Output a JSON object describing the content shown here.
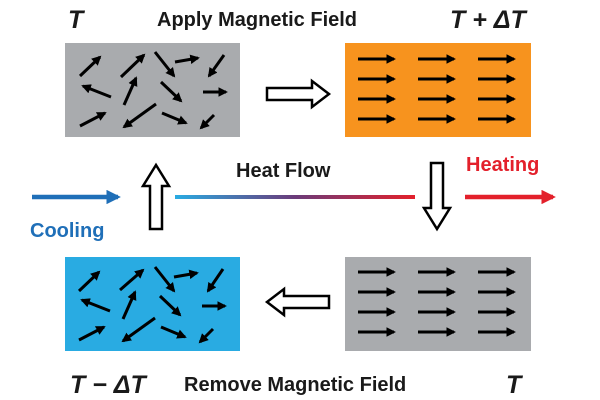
{
  "labels": {
    "top_left_temp": "T",
    "top_title": "Apply Magnetic Field",
    "top_right_temp": "T + ΔT",
    "heat_flow": "Heat Flow",
    "heating": "Heating",
    "cooling": "Cooling",
    "bottom_left_temp": "T − ΔT",
    "bottom_title": "Remove Magnetic Field",
    "bottom_right_temp": "T"
  },
  "colors": {
    "gray_block": "#a9abae",
    "orange_block": "#f7931e",
    "blue_block": "#29abe2",
    "heating_red": "#e3202b",
    "cooling_blue": "#1f6fb8",
    "arrow_black": "#000000"
  },
  "blocks": [
    {
      "name": "top-left-block-disordered",
      "color": "gray",
      "state": "disordered"
    },
    {
      "name": "top-right-block-aligned",
      "color": "orange",
      "state": "aligned"
    },
    {
      "name": "bottom-left-block-disordered",
      "color": "blue",
      "state": "disordered"
    },
    {
      "name": "bottom-right-block-aligned",
      "color": "gray",
      "state": "aligned"
    }
  ],
  "icons": {
    "process_arrows": "hollow-arrow-icon",
    "spin_arrows": "magnetic-moment-arrow-icon",
    "heating_arrow": "red-arrow-right-icon",
    "cooling_arrow": "blue-arrow-right-icon",
    "heat_flow_line": "gradient-line-icon"
  }
}
